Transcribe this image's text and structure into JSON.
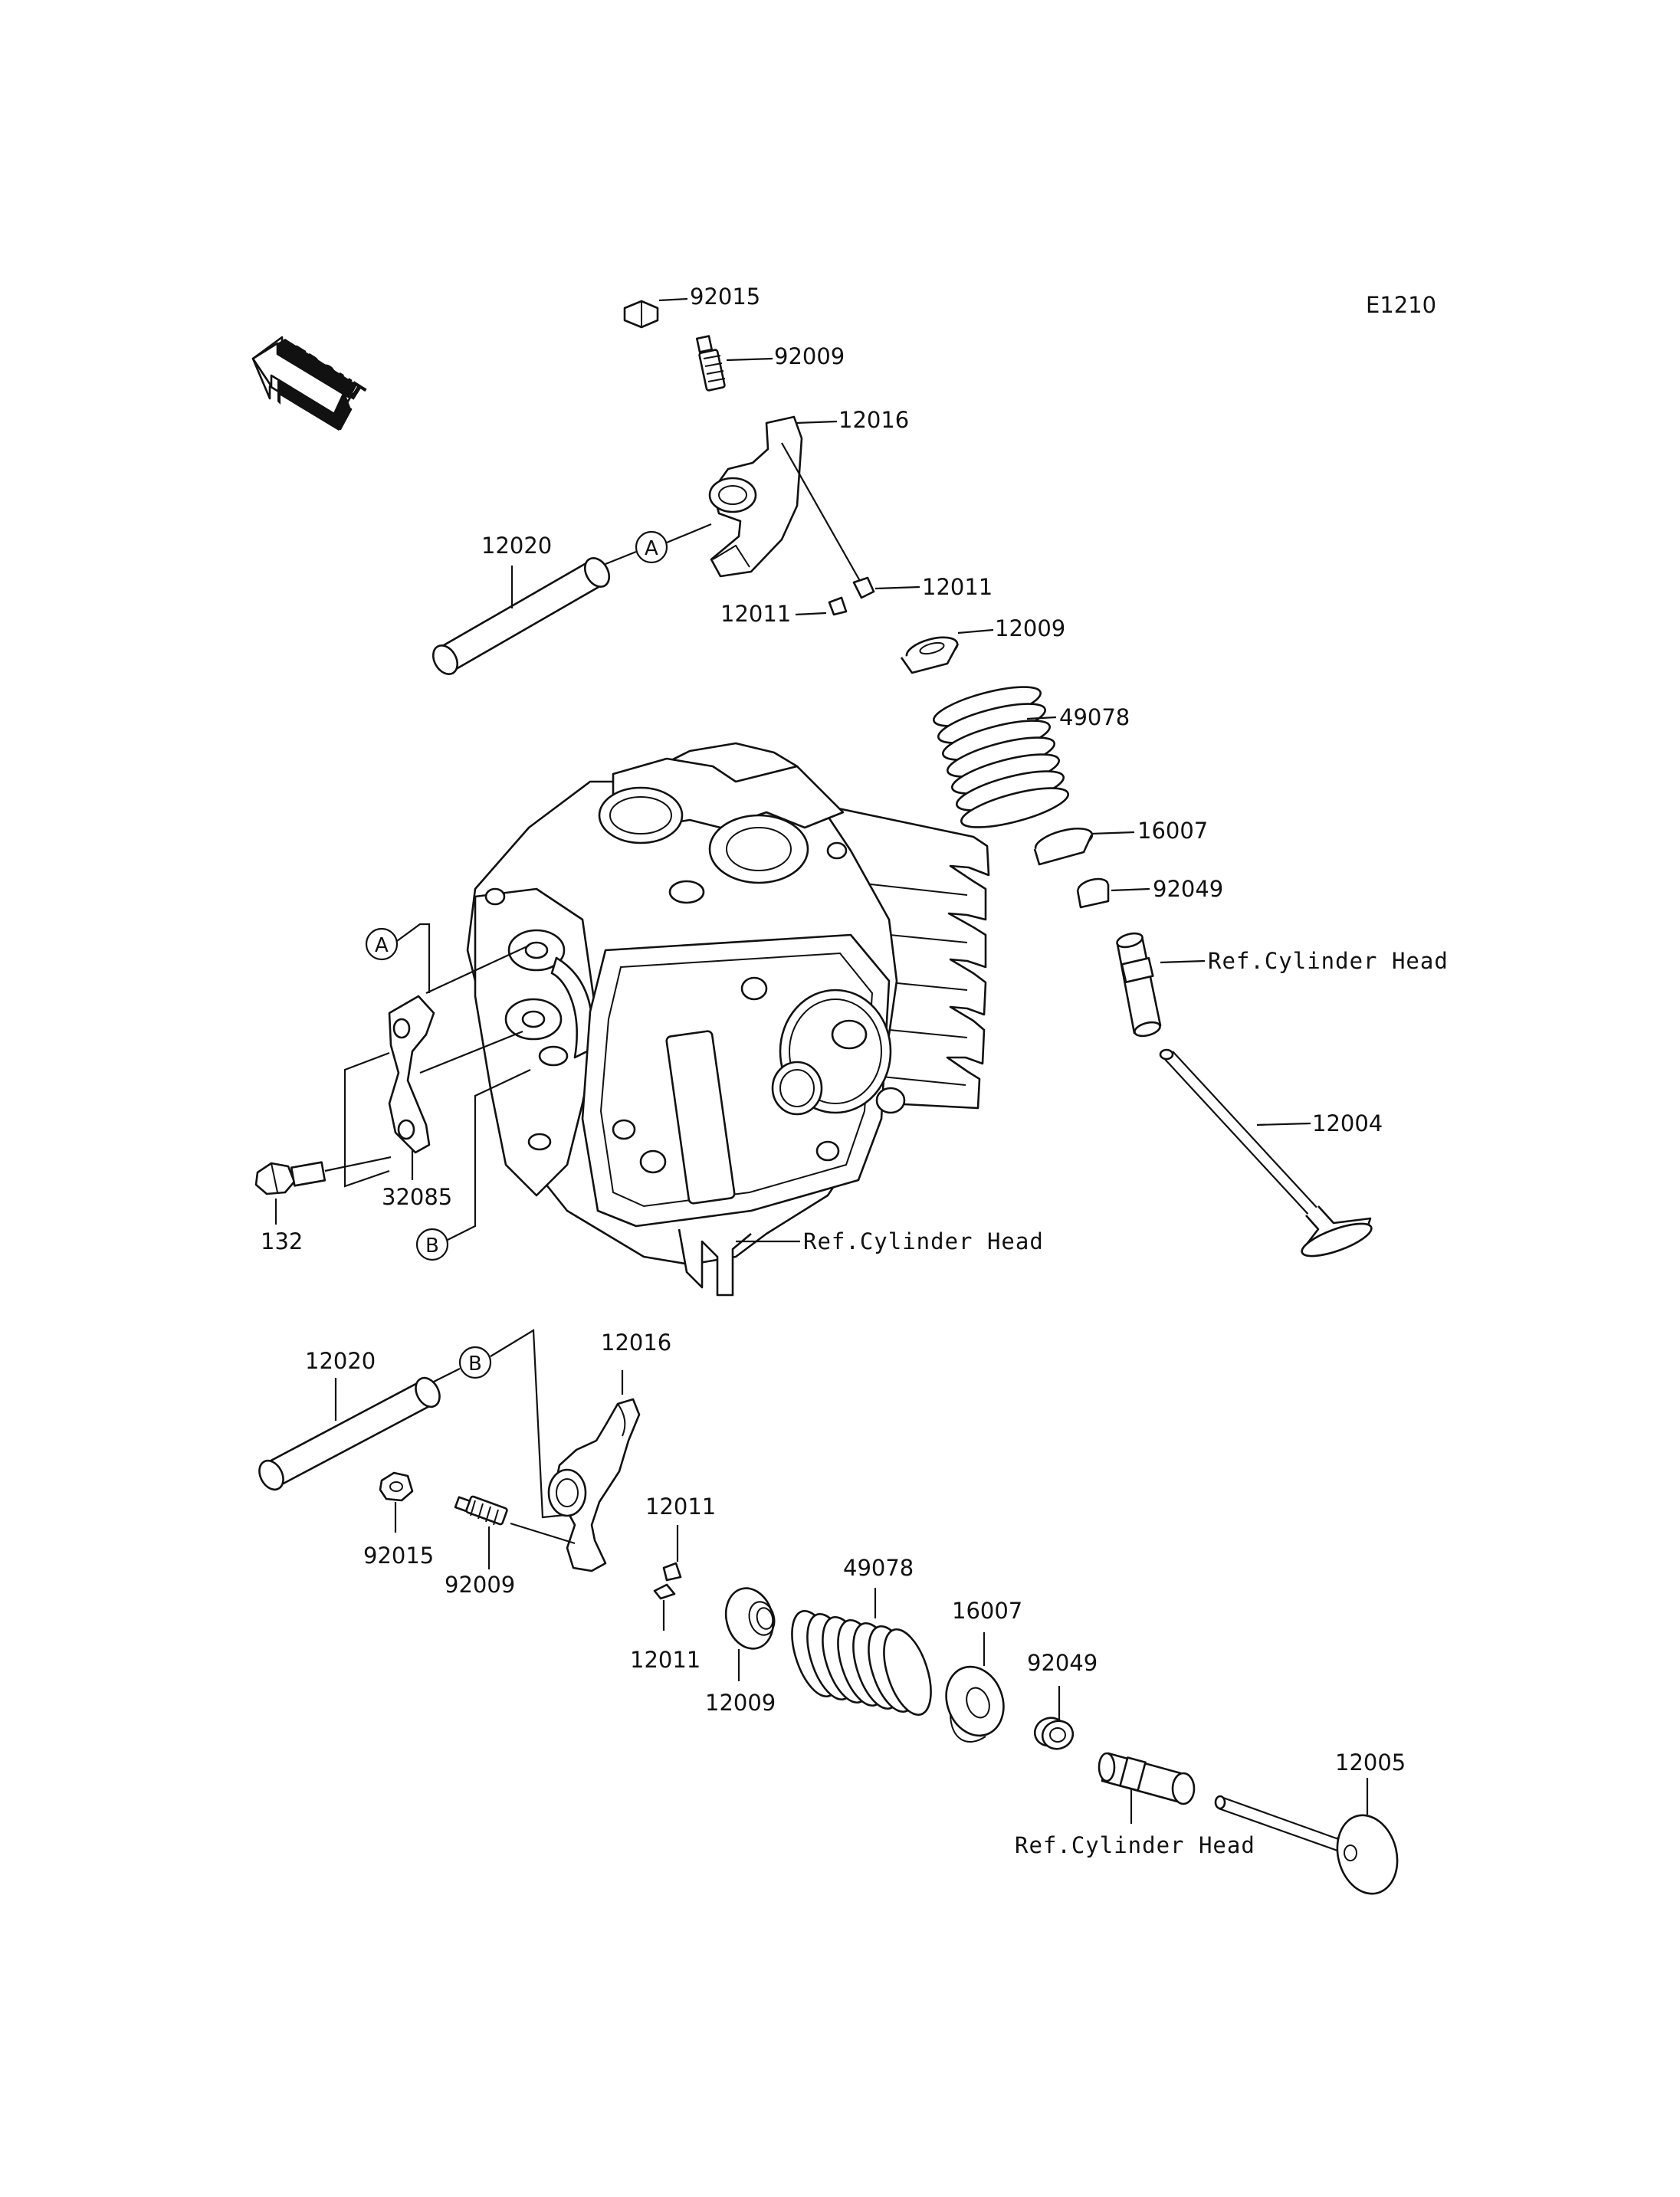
{
  "diagram_code": "E1210",
  "front_label": "FRONT",
  "callouts": {
    "a": "A",
    "b": "B"
  },
  "parts": {
    "top_92015": "92015",
    "top_92009": "92009",
    "top_12016": "12016",
    "top_12020": "12020",
    "top_12011_right": "12011",
    "top_12011_left": "12011",
    "top_12009": "12009",
    "top_49078": "49078",
    "top_16007": "16007",
    "top_92049": "92049",
    "top_ref_guide": "Ref.Cylinder Head",
    "top_12004": "12004",
    "mid_32085": "32085",
    "mid_132": "132",
    "mid_ref_head": "Ref.Cylinder Head",
    "bot_12020": "12020",
    "bot_12016": "12016",
    "bot_12011_top": "12011",
    "bot_92015": "92015",
    "bot_92009": "92009",
    "bot_12011_bottom": "12011",
    "bot_49078": "49078",
    "bot_16007": "16007",
    "bot_12009": "12009",
    "bot_92049": "92049",
    "bot_12005": "12005",
    "bot_ref_guide": "Ref.Cylinder Head"
  }
}
